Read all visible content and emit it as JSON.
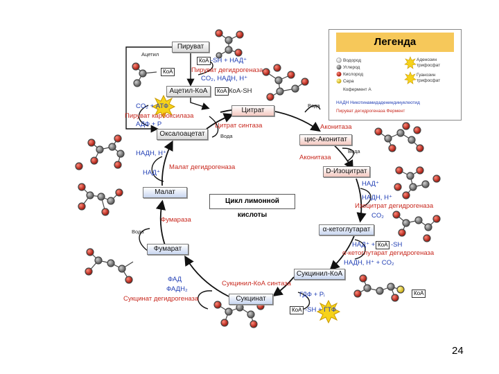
{
  "diagram": {
    "center_label": "Цикл лимонной кислоты",
    "intermediates": {
      "pyruvate": "Пируват",
      "acetyl_coa": "Ацетил-КоА",
      "citrate": "Цитрат",
      "cis_aconitate": "цис-Аконитат",
      "isocitrate": "D-Изоцитрат",
      "alpha_kg": "α-кетоглутарат",
      "succinyl_coa": "Сукцинил-КоА",
      "succinate": "Сукцинат",
      "fumarate": "Фумарат",
      "malate": "Малат",
      "oxaloacetate": "Оксалоацетат"
    },
    "enzymes": {
      "pdh": "Пируват дегидрогеназа",
      "pyruvate_carboxylase": "Пируват карбоксилаза",
      "citrate_synthase": "Цитрат синтаза",
      "aconitase_1": "Аконитаза",
      "aconitase_2": "Аконитаза",
      "idh": "Изоцитрат дегидрогеназа",
      "akgdh": "α-кетоглутарат дегидрогеназа",
      "scs": "Сукцинил-КоА синтаза",
      "sdh": "Сукцинат дегидрогеназа",
      "fumarase": "Фумараза",
      "mdh": "Малат дегидрогеназа"
    },
    "labels": {
      "acetyl": "Ацетил",
      "koa": "КоА",
      "sh_nad": "-SH + НАД⁺",
      "co2_nadh": "CO₂, НАДН, Н⁺",
      "koa_sh": "КоА-SH",
      "water_1": "Вода",
      "water_2": "Вода",
      "water_3": "Вода",
      "water_4": "Вода",
      "co2_atp": "CO₂ + АТФ",
      "adp_pi": "АДФ + Р",
      "nadh_h_malate": "НАДН, Н⁺",
      "nad_malate": "НАД⁺",
      "nad_idh": "НАД⁺",
      "nadh_idh": "НАДН, Н⁺",
      "co2_idh": "CO₂",
      "nad_akg": "НАД⁺ +",
      "sh_akg": "-SH",
      "nadh_akg": "НАДН, Н⁺ + CO₂",
      "gdp_pi": "ГДФ + Pᵢ",
      "sh_gtp": "-SH + ГТФ",
      "fad": "ФАД",
      "fadh2": "ФАДН₂"
    }
  },
  "legend": {
    "title": "Легенда",
    "items": [
      "Водород",
      "Углерод",
      "Кислород",
      "Сера",
      "Кофермент А",
      "Аденозин трифосфат",
      "Гуанозин трифосфат",
      "НАДН  Никотинамидадениндинуклеотид",
      "Пируват дегидрогеназа  Фермент"
    ]
  },
  "footer": {
    "page_number": "24"
  },
  "colors": {
    "carbon": "#7d7d7d",
    "oxygen": "#d42a1c",
    "hydrogen": "#ffffff",
    "sulfur": "#e8d41a",
    "arrow": "#111111",
    "enzyme_red": "#c8281e",
    "blue": "#1e3cb4"
  }
}
